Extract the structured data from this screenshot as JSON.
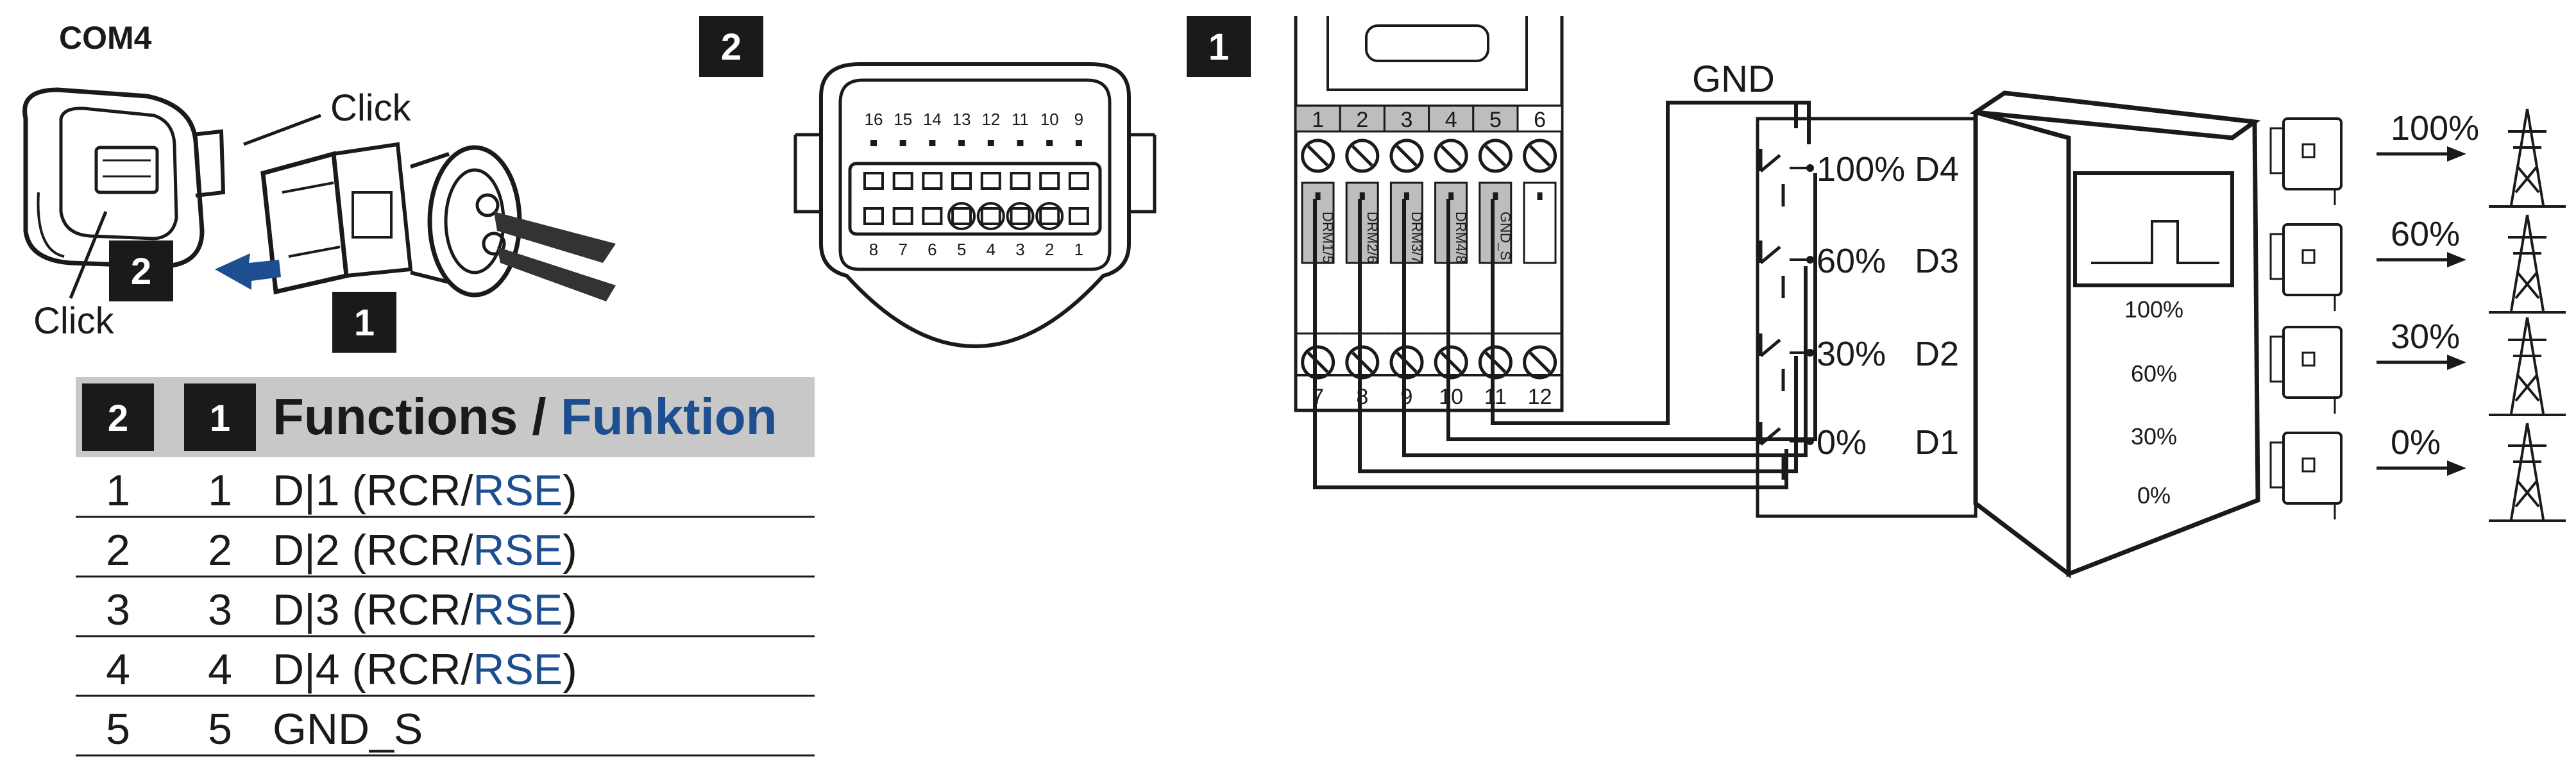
{
  "connector": {
    "title": "COM4",
    "click_top": "Click",
    "click_bottom": "Click",
    "badge_plug": "1",
    "badge_socket": "2"
  },
  "pin_face": {
    "badge": "2",
    "top_row": [
      "16",
      "15",
      "14",
      "13",
      "12",
      "11",
      "10",
      "9"
    ],
    "bottom_row": [
      "8",
      "7",
      "6",
      "5",
      "4",
      "3",
      "2",
      "1"
    ]
  },
  "table": {
    "header_badge_left": "2",
    "header_badge_right": "1",
    "header_functions": "Functions / ",
    "header_funktion": "Funktion",
    "rows": [
      {
        "a": "1",
        "b": "1",
        "pre": "D|1 (RCR/",
        "rse": "RSE",
        "post": ")"
      },
      {
        "a": "2",
        "b": "2",
        "pre": "D|2 (RCR/",
        "rse": "RSE",
        "post": ")"
      },
      {
        "a": "3",
        "b": "3",
        "pre": "D|3 (RCR/",
        "rse": "RSE",
        "post": ")"
      },
      {
        "a": "4",
        "b": "4",
        "pre": "D|4 (RCR/",
        "rse": "RSE",
        "post": ")"
      },
      {
        "a": "5",
        "b": "5",
        "pre": "GND_S",
        "rse": "",
        "post": ""
      }
    ]
  },
  "terminal": {
    "badge": "1",
    "top_numbers": [
      "1",
      "2",
      "3",
      "4",
      "5",
      "6"
    ],
    "bottom_numbers": [
      "7",
      "8",
      "9",
      "10",
      "11",
      "12"
    ],
    "labels": [
      "DRM1/5",
      "DRM2/6",
      "DRM3/7",
      "DRM4/8",
      "GND_S"
    ]
  },
  "wiring": {
    "gnd_label": "GND",
    "switches": [
      {
        "percent": "100%",
        "code": "D4"
      },
      {
        "percent": "60%",
        "code": "D3"
      },
      {
        "percent": "30%",
        "code": "D2"
      },
      {
        "percent": "0%",
        "code": "D1"
      }
    ]
  },
  "receiver": {
    "levels": [
      "100%",
      "60%",
      "30%",
      "0%"
    ]
  },
  "outputs": {
    "levels": [
      "100%",
      "60%",
      "30%",
      "0%"
    ]
  }
}
